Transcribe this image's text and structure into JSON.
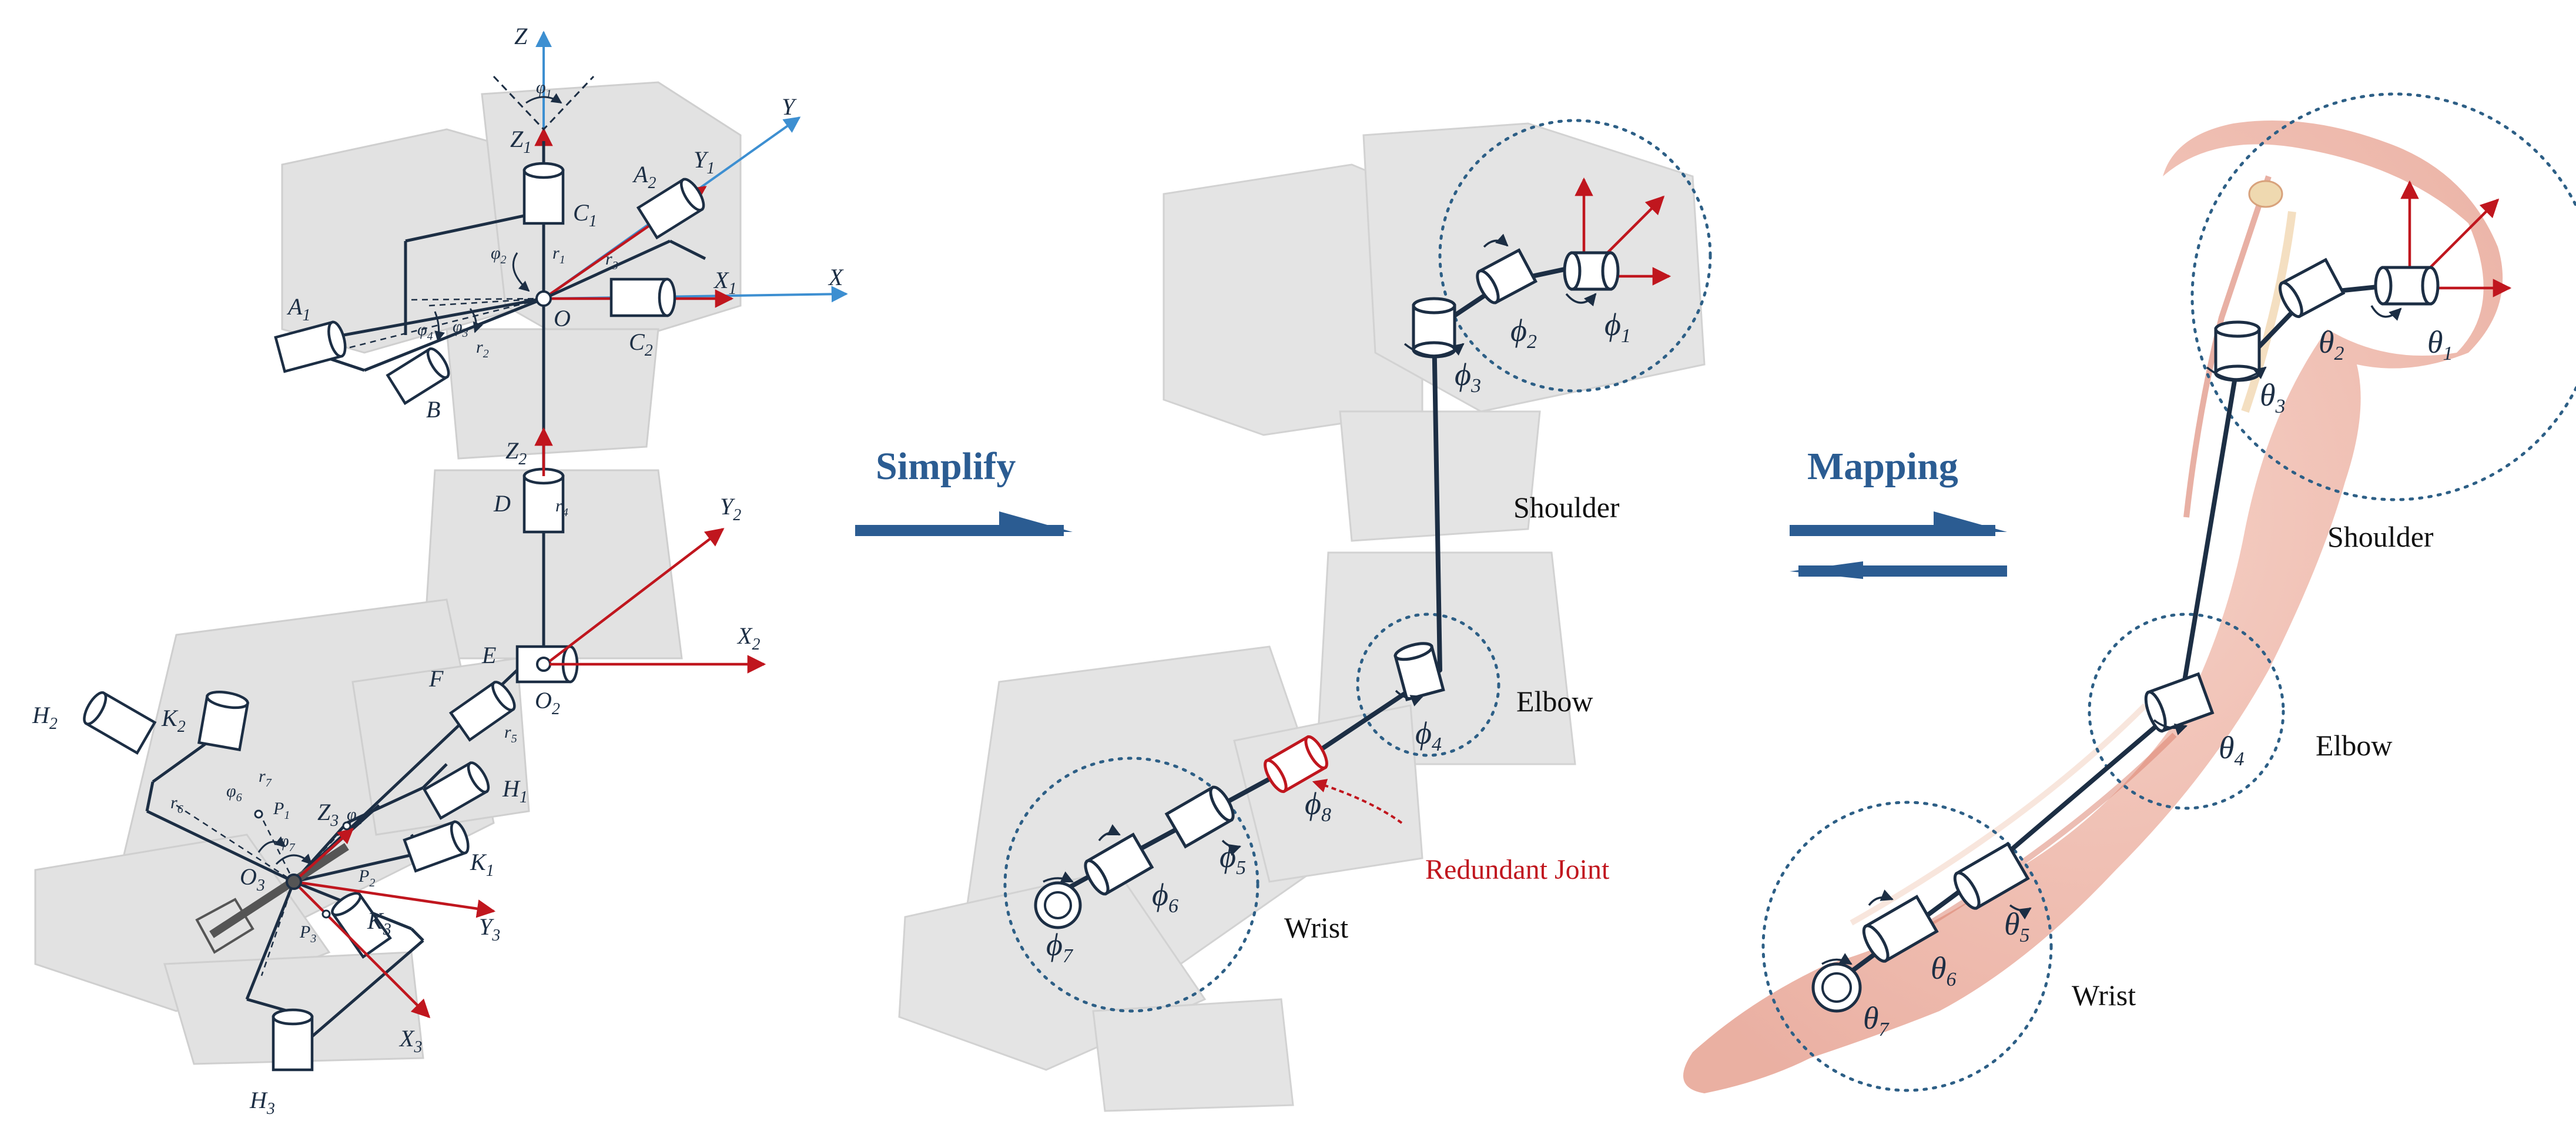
{
  "colors": {
    "link": "#1c2e44",
    "red_axis": "#c0161e",
    "blue_axis": "#3d8fd1",
    "arrow_blue": "#2b5c92",
    "circle": "#2d5f86",
    "redundant": "#c0161e",
    "ghost_robot": "#dcdcdc",
    "muscle": "#e8a496"
  },
  "panels": {
    "left": {
      "axes": {
        "Z": "Z",
        "Y": "Y",
        "X": "X",
        "Z1": "Z",
        "Z1_sub": "1",
        "Y1": "Y",
        "Y1_sub": "1",
        "X1": "X",
        "X1_sub": "1",
        "Z2": "Z",
        "Z2_sub": "2",
        "Y2": "Y",
        "Y2_sub": "2",
        "X2": "X",
        "X2_sub": "2",
        "Z3": "Z",
        "Z3_sub": "3",
        "Y3": "Y",
        "Y3_sub": "3",
        "X3": "X",
        "X3_sub": "3"
      },
      "points": {
        "O": "O",
        "O2": "O",
        "O2_sub": "2",
        "O3": "O",
        "O3_sub": "3",
        "A1": "A",
        "A1_sub": "1",
        "A2": "A",
        "A2_sub": "2",
        "B": "B",
        "C1": "C",
        "C1_sub": "1",
        "C2": "C",
        "C2_sub": "2",
        "D": "D",
        "E": "E",
        "F": "F",
        "H1": "H",
        "H1_sub": "1",
        "H2": "H",
        "H2_sub": "2",
        "H3": "H",
        "H3_sub": "3",
        "K1": "K",
        "K1_sub": "1",
        "K2": "K",
        "K2_sub": "2",
        "K3": "K",
        "K3_sub": "3",
        "P1": "P",
        "P1_sub": "1",
        "P2": "P",
        "P2_sub": "2",
        "P3": "P",
        "P3_sub": "3"
      },
      "params": {
        "phi1": "φ",
        "phi1_sub": "1",
        "phi2": "φ",
        "phi2_sub": "2",
        "phi3": "φ",
        "phi3_sub": "3",
        "phi4": "φ",
        "phi4_sub": "4",
        "phi5": "φ",
        "phi5_sub": "5",
        "phi6": "φ",
        "phi6_sub": "6",
        "phi7": "φ",
        "phi7_sub": "7",
        "r1": "r",
        "r1_sub": "1",
        "r2": "r",
        "r2_sub": "2",
        "r3": "r",
        "r3_sub": "3",
        "r4": "r",
        "r4_sub": "4",
        "r5": "r",
        "r5_sub": "5",
        "r6": "r",
        "r6_sub": "6",
        "r7": "r",
        "r7_sub": "7"
      }
    },
    "simplify_label": "Simplify",
    "mapping_label": "Mapping",
    "middle": {
      "joints": [
        {
          "sym": "ϕ",
          "sub": "1"
        },
        {
          "sym": "ϕ",
          "sub": "2"
        },
        {
          "sym": "ϕ",
          "sub": "3"
        },
        {
          "sym": "ϕ",
          "sub": "4"
        },
        {
          "sym": "ϕ",
          "sub": "5"
        },
        {
          "sym": "ϕ",
          "sub": "6"
        },
        {
          "sym": "ϕ",
          "sub": "7"
        },
        {
          "sym": "ϕ",
          "sub": "8"
        }
      ],
      "shoulder": "Shoulder",
      "elbow": "Elbow",
      "wrist": "Wrist",
      "redundant": "Redundant Joint"
    },
    "right": {
      "joints": [
        {
          "sym": "θ",
          "sub": "1"
        },
        {
          "sym": "θ",
          "sub": "2"
        },
        {
          "sym": "θ",
          "sub": "3"
        },
        {
          "sym": "θ",
          "sub": "4"
        },
        {
          "sym": "θ",
          "sub": "5"
        },
        {
          "sym": "θ",
          "sub": "6"
        },
        {
          "sym": "θ",
          "sub": "7"
        }
      ],
      "shoulder": "Shoulder",
      "elbow": "Elbow",
      "wrist": "Wrist"
    }
  }
}
